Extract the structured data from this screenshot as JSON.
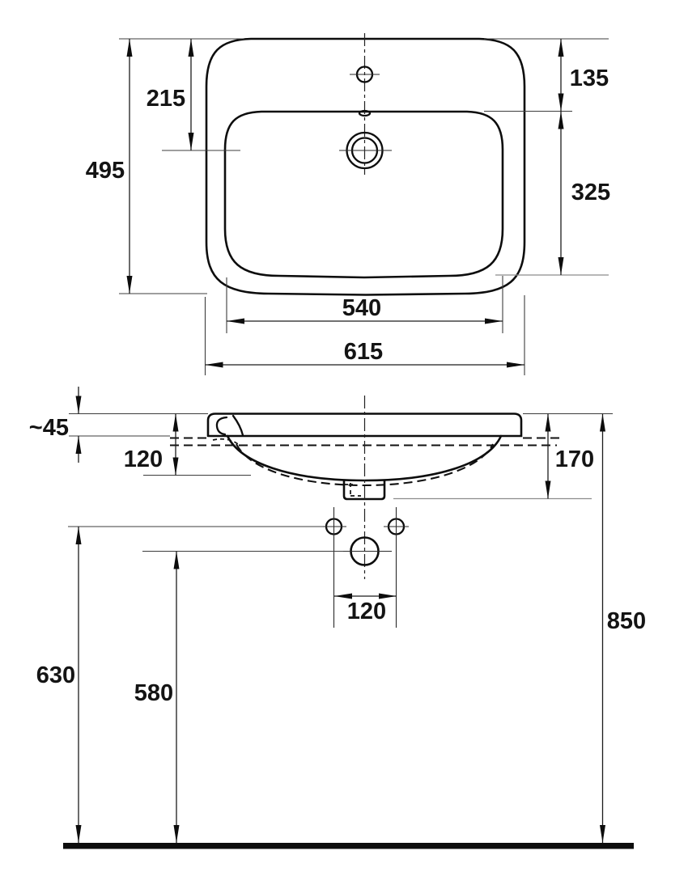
{
  "drawing": {
    "type": "washbasin technical dimension drawing",
    "units": "mm",
    "dimensions": {
      "top_view": {
        "overall_width": "615",
        "bowl_width": "540",
        "overall_depth": "495",
        "back_edge_to_drain_center": "215",
        "back_edge_to_bowl": "135",
        "bowl_front_depth": "325"
      },
      "front_view": {
        "rim_above_counter": "~45",
        "bowl_depth_below_rim": "120",
        "height_below_rim": "170",
        "fixing_hole_spacing": "120",
        "fixing_hole_height": "630",
        "waste_outlet_height": "580",
        "rim_height_above_floor": "850"
      }
    }
  }
}
